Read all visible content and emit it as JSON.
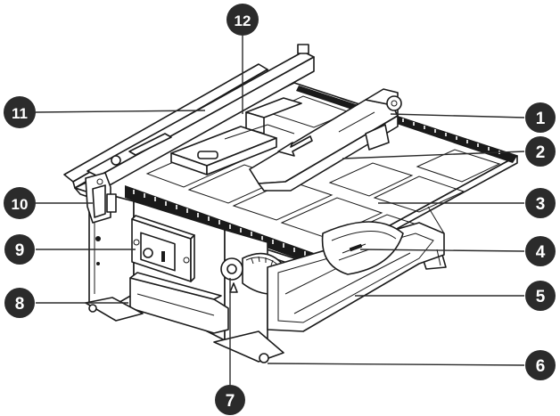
{
  "callouts": [
    {
      "id": "1",
      "label": "1"
    },
    {
      "id": "2",
      "label": "2"
    },
    {
      "id": "3",
      "label": "3"
    },
    {
      "id": "4",
      "label": "4"
    },
    {
      "id": "5",
      "label": "5"
    },
    {
      "id": "6",
      "label": "6"
    },
    {
      "id": "7",
      "label": "7"
    },
    {
      "id": "8",
      "label": "8"
    },
    {
      "id": "9",
      "label": "9"
    },
    {
      "id": "10",
      "label": "10"
    },
    {
      "id": "11",
      "label": "11"
    },
    {
      "id": "12",
      "label": "12"
    }
  ],
  "colors": {
    "callout_fill": "#2b2b2b",
    "callout_text": "#ffffff",
    "line": "#1a1a1a",
    "background": "#ffffff"
  }
}
